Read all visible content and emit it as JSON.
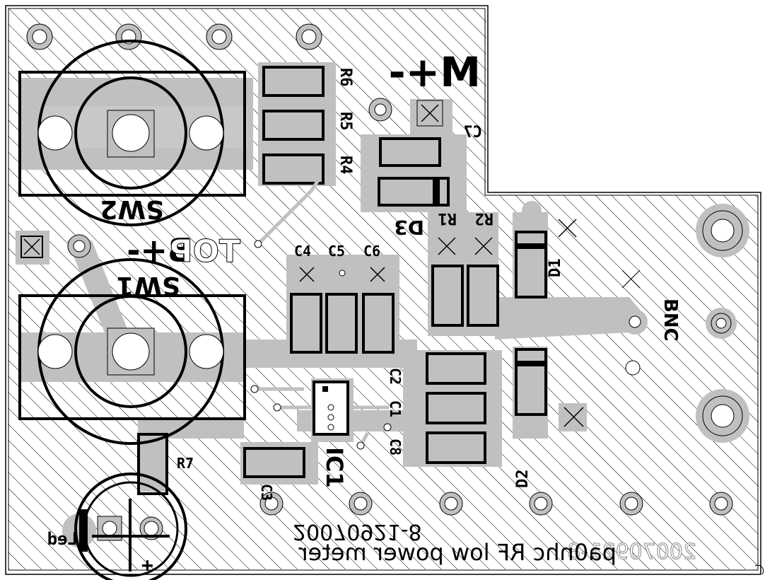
{
  "board": {
    "colors": {
      "background": "#ffffff",
      "copper_pour_hatch": "#000000",
      "trace": "#c0c0c0",
      "outline": "#000000",
      "pad_hole": "#ffffff"
    },
    "view": "bottom side PCB layout (mirrored)"
  },
  "power_labels": {
    "meter": "M+-",
    "battery": "B+-",
    "top": "TOP"
  },
  "components": {
    "r6": "R6",
    "r5": "R5",
    "r4": "R4",
    "c7": "C7",
    "d3": "D3",
    "r1": "R1",
    "r2": "R2",
    "d1": "D1",
    "c4": "C4",
    "c5": "C5",
    "c6": "C6",
    "bnc": "BNC",
    "c2": "C2",
    "c1": "C1",
    "c8": "C8",
    "ic1": "IC1",
    "d2": "D2",
    "r7": "R7",
    "c3": "C3",
    "sw1": "SW1",
    "sw2": "SW2",
    "led": "Led",
    "led_plus": "+"
  },
  "texts": {
    "date_code": "20070921-8",
    "date_code_ghost": "20070921-8",
    "title": "pa0nhc RF low power meter"
  }
}
